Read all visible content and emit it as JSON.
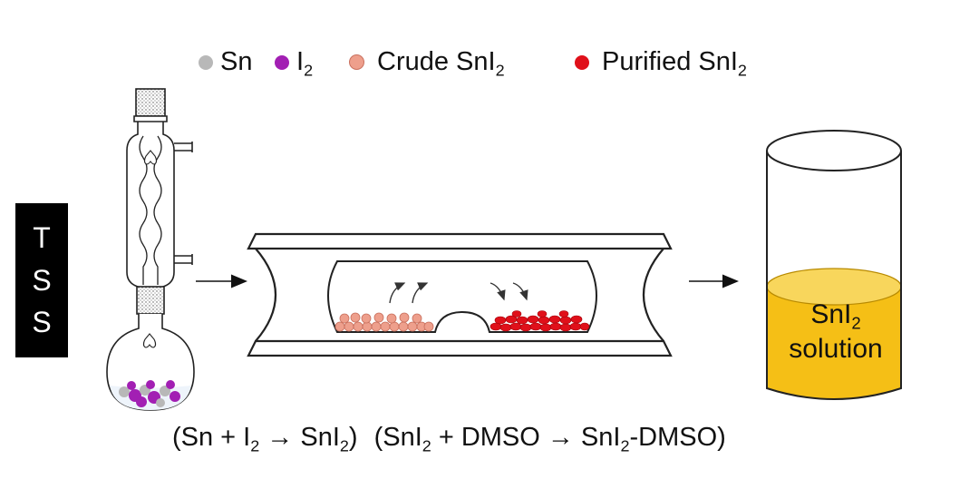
{
  "legend": {
    "sn": {
      "label": "Sn",
      "color": "#b8b8b8"
    },
    "i2": {
      "label_main": "I",
      "label_sub": "2",
      "color": "#a21fb3"
    },
    "crude": {
      "label_main": "Crude SnI",
      "label_sub": "2",
      "color": "#ee9f8c"
    },
    "purified": {
      "label_main": "Purified SnI",
      "label_sub": "2",
      "color": "#e0101a"
    }
  },
  "side_label": {
    "letters": [
      "T",
      "S",
      "S"
    ]
  },
  "beaker": {
    "label_line1_main": "SnI",
    "label_line1_sub": "2",
    "label_line2": "solution",
    "liquid_color": "#f5bf16"
  },
  "equations": {
    "eq1": {
      "open": "(Sn + I",
      "sub1": "2",
      "mid": " → SnI",
      "sub2": "2",
      "close": ")"
    },
    "eq2": {
      "open": "(SnI",
      "sub1": "2",
      "mid": " + DMSO → SnI",
      "sub2": "2",
      "close": "-DMSO)"
    }
  },
  "icons": [
    "reflux-condenser-icon",
    "round-bottom-flask-icon",
    "tube-furnace-icon",
    "beaker-icon",
    "arrow-right-icon"
  ]
}
